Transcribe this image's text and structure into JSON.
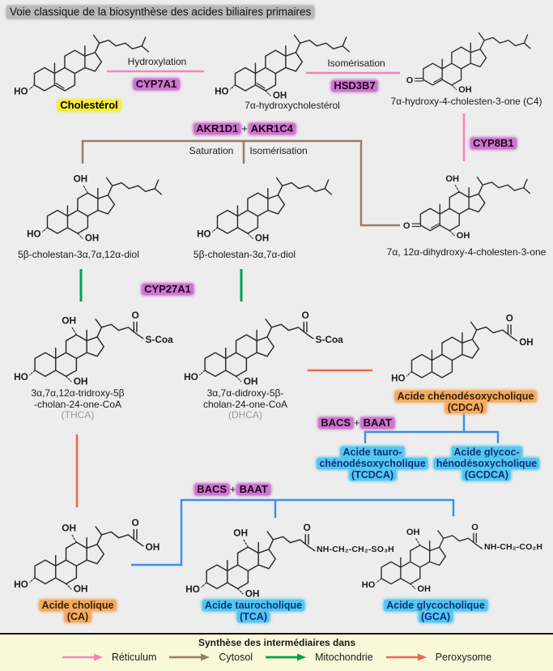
{
  "title": "Voie classique de la biosynthèse des acides biliaires primaires",
  "compounds": {
    "cholesterol": "Cholestérol",
    "hydroxycholesterol": "7α-hydroxycholestérol",
    "c4": "7α-hydroxy-4-cholesten-3-one (C4)",
    "diol12": "5β-cholestan-3α,7α,12α-diol",
    "diol7": "5β-cholestan-3α,7α-diol",
    "dihydroxy_c4": "7α, 12α-dihydroxy-4-cholesten-3-one",
    "thca": [
      "3α,7α,12α-tridroxy-5β",
      "-cholan-24-one-CoA",
      "(THCA)"
    ],
    "dhca": [
      "3α,7α-didroxy-5β-",
      "cholan-24-one-CoA",
      "(DHCA)"
    ],
    "cdca": [
      "Acide chénodésoxycholique",
      "(CDCA)"
    ],
    "tcdca": [
      "Acide tauro-",
      "chénodésoxycholique",
      "(TCDCA)"
    ],
    "gcdca": [
      "Acide glycoc-",
      "hénodésoxycholique",
      "(GCDCA)"
    ],
    "ca": [
      "Acide cholique",
      "(CA)"
    ],
    "tca": [
      "Acide taurocholique",
      "(TCA)"
    ],
    "gca": [
      "Acide glycocholique",
      "(GCA)"
    ]
  },
  "enzymes": {
    "cyp7a1": "CYP7A1",
    "hsd3b7": "HSD3B7",
    "cyp8b1": "CYP8B1",
    "akr1d1": "AKR1D1",
    "akr1c4": "AKR1C4",
    "cyp27a1": "CYP27A1",
    "bacs": "BACS",
    "baat": "BAAT",
    "plus": "+"
  },
  "steps": {
    "hydroxylation": "Hydroxylation",
    "isomerisation": "Isomérisation",
    "saturation": "Saturation",
    "isomerisation2": "Isomérisation"
  },
  "chem": {
    "ho": "HO",
    "oh": "OH",
    "o": "O",
    "s_coa": "S-Coa",
    "tauro_chain": "NH-CH₂-CH₂-SO₃H",
    "glyco_chain": "NH-CH₂-CO₂H"
  },
  "legend": {
    "title": "Synthèse des intermédiaires dans",
    "items": [
      {
        "label": "Réticulum",
        "color": "#ef87b9"
      },
      {
        "label": "Cytosol",
        "color": "#9b7b68"
      },
      {
        "label": "Mitochondrie",
        "color": "#00a04e"
      },
      {
        "label": "Peroxysome",
        "color": "#f2644a"
      }
    ]
  },
  "colors": {
    "background": "#ededed",
    "legend_background": "#f9f9da",
    "highlight_yellow": "#f6ec3a",
    "highlight_purple": "#cb76cd",
    "highlight_orange": "#f2ab60",
    "highlight_blue": "#55c7f0",
    "highlight_gray": "#b9b9b9",
    "arrow_pink": "#ef87b9",
    "arrow_brown": "#9b7b68",
    "arrow_green": "#00a04e",
    "arrow_orange": "#f2644a",
    "arrow_blue": "#3f8fe8"
  }
}
